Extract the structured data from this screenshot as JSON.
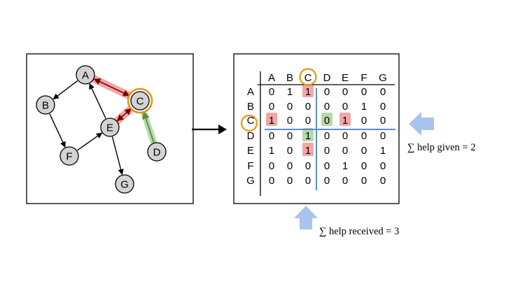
{
  "graph": {
    "nodes": [
      "A",
      "B",
      "C",
      "D",
      "E",
      "F",
      "G"
    ],
    "edges": [
      {
        "from": "A",
        "to": "B"
      },
      {
        "from": "B",
        "to": "F"
      },
      {
        "from": "F",
        "to": "E"
      },
      {
        "from": "E",
        "to": "A"
      },
      {
        "from": "E",
        "to": "G"
      },
      {
        "from": "A",
        "to": "C",
        "highlight": "received",
        "bidirectional": true
      },
      {
        "from": "C",
        "to": "E",
        "highlight": "received",
        "bidirectional": true
      },
      {
        "from": "D",
        "to": "C",
        "highlight": "given"
      }
    ],
    "focus_node": "C"
  },
  "matrix": {
    "labels": [
      "A",
      "B",
      "C",
      "D",
      "E",
      "F",
      "G"
    ],
    "rows": [
      [
        "0",
        "1",
        "1",
        "0",
        "0",
        "0",
        "0"
      ],
      [
        "0",
        "0",
        "0",
        "0",
        "0",
        "1",
        "0"
      ],
      [
        "1",
        "0",
        "0",
        "0",
        "1",
        "0",
        "0"
      ],
      [
        "0",
        "0",
        "1",
        "0",
        "0",
        "0",
        "0"
      ],
      [
        "1",
        "0",
        "1",
        "0",
        "0",
        "0",
        "1"
      ],
      [
        "0",
        "0",
        "0",
        "0",
        "1",
        "0",
        "0"
      ],
      [
        "0",
        "0",
        "0",
        "0",
        "0",
        "0",
        "0"
      ]
    ],
    "focus": "C",
    "red_cells": [
      [
        0,
        2
      ],
      [
        2,
        0
      ],
      [
        2,
        4
      ],
      [
        4,
        2
      ]
    ],
    "green_cells": [
      [
        2,
        3
      ],
      [
        3,
        2
      ]
    ]
  },
  "annotations": {
    "help_given": "∑ help given = 2",
    "help_received": "∑ help received = 3"
  },
  "colors": {
    "node_fill": "#d3d3d3",
    "focus_ring": "#e8960f",
    "red_highlight": "#f2a6a6",
    "green_highlight": "#b5d9a9",
    "green_edge": "#5c8a4a",
    "blue_line": "#5b8bd6",
    "blue_arrow": "#a9c4ec"
  },
  "icons": {
    "transform_arrow": "right-arrow-icon",
    "given_arrow": "left-arrow-icon",
    "received_arrow": "up-arrow-icon"
  }
}
